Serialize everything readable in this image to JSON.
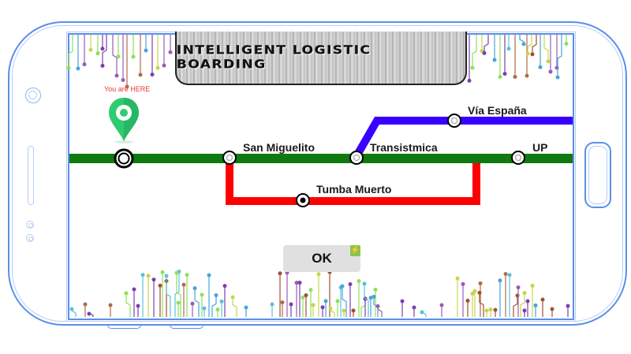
{
  "app": {
    "title": "INTELLIGENT LOGISTIC BOARDING"
  },
  "location": {
    "marker_label": "You are HERE",
    "marker_icon": "map-pin-icon"
  },
  "lines": [
    {
      "name": "green-line",
      "color": "#107a10"
    },
    {
      "name": "red-line",
      "color": "#ff0000"
    },
    {
      "name": "blue-line",
      "color": "#3a00ff"
    }
  ],
  "stations": [
    {
      "id": "current",
      "label": "",
      "line": "green-line",
      "type": "current"
    },
    {
      "id": "san-miguelito",
      "label": "San Miguelito",
      "line": "green-line",
      "type": "stop"
    },
    {
      "id": "transistmica",
      "label": "Transistmica",
      "line": "green-line",
      "type": "stop"
    },
    {
      "id": "up",
      "label": "UP",
      "line": "green-line",
      "type": "stop"
    },
    {
      "id": "via-espana",
      "label": "Vía España",
      "line": "blue-line",
      "type": "stop"
    },
    {
      "id": "tumba-muerto",
      "label": "Tumba Muerto",
      "line": "red-line",
      "type": "selected"
    }
  ],
  "actions": {
    "ok_label": "OK",
    "badge_icon": "lightning-icon",
    "badge_color": "#8bc34a"
  },
  "colors": {
    "device_outline": "#5b8fe8",
    "marker": "#2ecc71",
    "marker_text": "#e53935"
  }
}
